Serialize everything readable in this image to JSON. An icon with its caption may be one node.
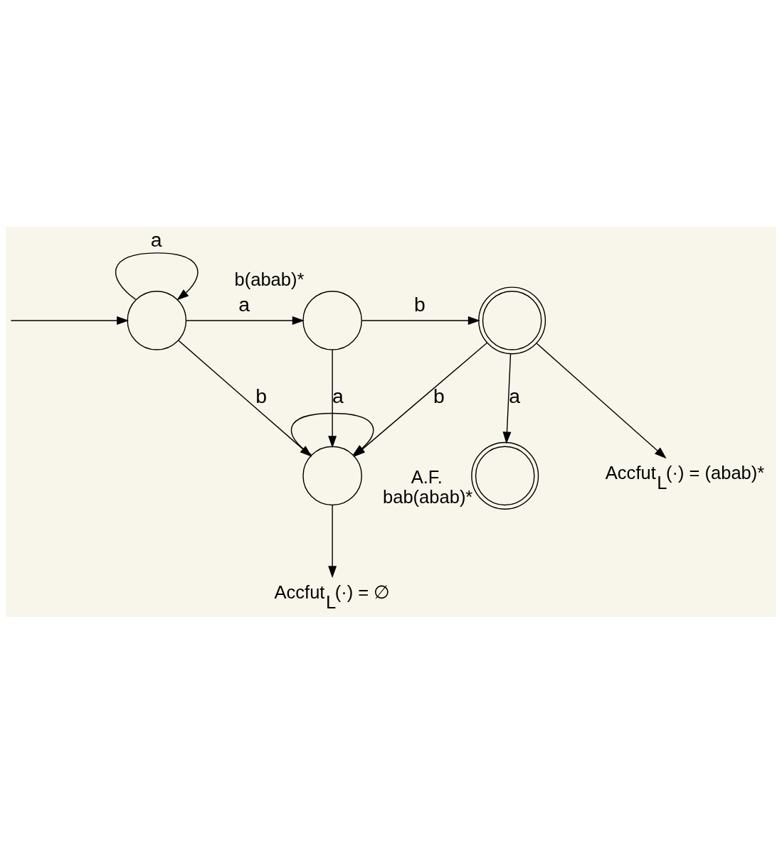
{
  "diagram": {
    "nodes": [
      {
        "text": [],
        "shape": "circle"
      },
      {
        "text": [],
        "shape": "circle",
        "beside": [
          "b(abab)*"
        ]
      },
      {
        "text": [],
        "shape": "circle"
      },
      {
        "text": [],
        "shape": "circle"
      },
      {
        "text": [],
        "shape": "circle",
        "beside": [
          "A.F.",
          "bab(abab)*"
        ]
      },
      {
        "text": [
          "Accfut$_{L}$(·) = ∅"
        ]
      },
      {
        "text": [
          "Accfut$_{L}$(·) = (abab)*"
        ]
      }
    ],
    "edges": [
      {
        "from": null,
        "to": 0,
        "arrow": "to"
      },
      {
        "from": 0,
        "to": 0,
        "arrow": "to",
        "label": "a"
      },
      {
        "from": 0,
        "to": 1,
        "arrow": "to",
        "label": "a"
      },
      {
        "from": 0,
        "to": 3,
        "arrow": "to",
        "label": "b"
      },
      {
        "from": 1,
        "to": 2,
        "arrow": "to",
        "label": "b"
      },
      {
        "from": 1,
        "to": 3,
        "arrow": "to",
        "label": "a"
      },
      {
        "from": 2,
        "to": 3,
        "arrow": "to",
        "label": "b"
      },
      {
        "from": 2,
        "to": 4,
        "arrow": "to",
        "label": "a"
      },
      {
        "from": 3,
        "to": 3,
        "arrow": "to"
      },
      {
        "from": 3,
        "to": 5,
        "arrow": "to"
      },
      {
        "from": 2,
        "to": 6,
        "arrow": "to"
      }
    ]
  }
}
